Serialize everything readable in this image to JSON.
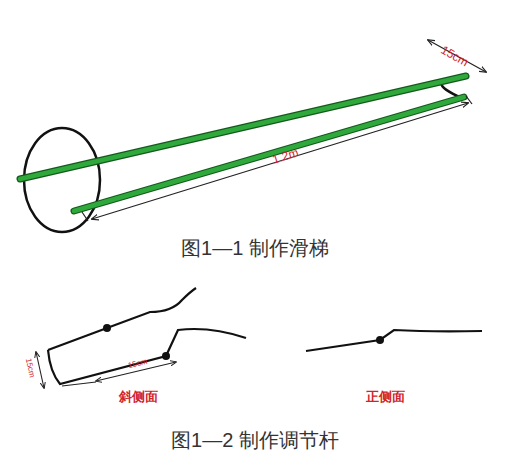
{
  "diagram": {
    "labels": [
      "15cm",
      "1.2m",
      "图1—1 制作滑梯",
      "15cm",
      "15cm",
      "斜侧面",
      "正侧面",
      "图1—2 制作调节杆"
    ]
  }
}
